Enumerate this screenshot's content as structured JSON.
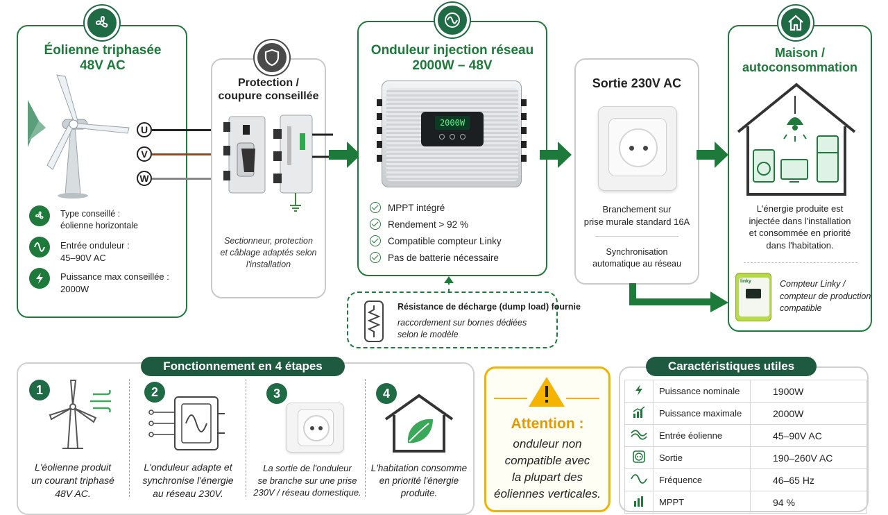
{
  "turbine": {
    "title_l1": "Éolienne triphasée",
    "title_l2": "48V AC",
    "phases": [
      "U",
      "V",
      "W"
    ],
    "specs": [
      {
        "icon": "fan-icon",
        "l1": "Type conseillé :",
        "l2": "éolienne horizontale"
      },
      {
        "icon": "sine-wave-icon",
        "l1": "Entrée onduleur :",
        "l2": "45–90V AC"
      },
      {
        "icon": "lightning-icon",
        "l1": "Puissance max conseillée :",
        "l2": "2000W"
      }
    ]
  },
  "protection": {
    "title_l1": "Protection /",
    "title_l2": "coupure conseillée",
    "desc_l1": "Sectionneur, protection",
    "desc_l2": "et câblage adaptés selon",
    "desc_l3": "l'installation"
  },
  "inverter": {
    "title_l1": "Onduleur injection réseau",
    "title_l2": "2000W – 48V",
    "display": "2000W",
    "features": [
      "MPPT intégré",
      "Rendement > 92 %",
      "Compatible compteur Linky",
      "Pas de batterie nécessaire"
    ]
  },
  "dumpload": {
    "title": "Résistance de décharge (dump load) fournie",
    "l1": "raccordement sur bornes dédiées",
    "l2": "selon le modèle"
  },
  "output": {
    "title": "Sortie 230V AC",
    "d1_l1": "Branchement sur",
    "d1_l2": "prise murale standard 16A",
    "d2_l1": "Synchronisation",
    "d2_l2": "automatique au réseau"
  },
  "house": {
    "title_l1": "Maison /",
    "title_l2": "autoconsommation",
    "desc_l1": "L'énergie produite est",
    "desc_l2": "injectée dans l'installation",
    "desc_l3": "et consommée en priorité",
    "desc_l4": "dans l'habitation.",
    "meter_brand": "linky",
    "meter_l1": "Compteur Linky /",
    "meter_l2": "compteur de production",
    "meter_l3": "compatible"
  },
  "steps": {
    "title": "Fonctionnement en 4 étapes",
    "items": [
      {
        "n": "1",
        "l1": "L'éolienne produit",
        "l2": "un courant triphasé",
        "l3": "48V AC."
      },
      {
        "n": "2",
        "l1": "L'onduleur adapte et",
        "l2": "synchronise l'énergie",
        "l3": "au réseau 230V."
      },
      {
        "n": "3",
        "l1": "La sortie de l'onduleur",
        "l2": "se branche sur une prise",
        "l3": "230V / réseau domestique."
      },
      {
        "n": "4",
        "l1": "L'habitation consomme",
        "l2": "en priorité l'énergie",
        "l3": "produite."
      }
    ]
  },
  "warning": {
    "title": "Attention :",
    "l1": "onduleur non",
    "l2": "compatible avec",
    "l3": "la plupart des",
    "l4": "éoliennes verticales."
  },
  "characteristics": {
    "title": "Caractéristiques utiles",
    "rows": [
      {
        "icon": "lightning-icon",
        "label": "Puissance nominale",
        "value": "1900W"
      },
      {
        "icon": "chart-up-icon",
        "label": "Puissance maximale",
        "value": "2000W"
      },
      {
        "icon": "wave-icon",
        "label": "Entrée éolienne",
        "value": "45–90V AC"
      },
      {
        "icon": "outlet-icon",
        "label": "Sortie",
        "value": "190–260V AC"
      },
      {
        "icon": "sine-wave-icon",
        "label": "Fréquence",
        "value": "46–65 Hz"
      },
      {
        "icon": "chart-icon",
        "label": "MPPT",
        "value": "94 %"
      }
    ]
  }
}
